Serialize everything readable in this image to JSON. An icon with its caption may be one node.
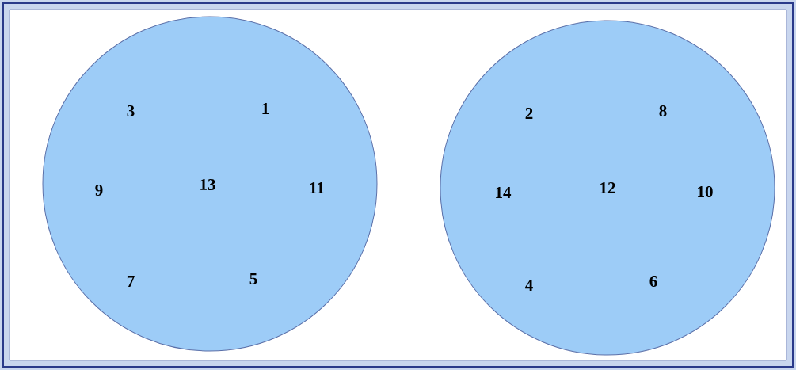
{
  "diagram": {
    "nodes": [
      {
        "text": [
          "3",
          "1",
          "9",
          "13",
          "11",
          "7",
          "5"
        ]
      },
      {
        "text": [
          "2",
          "8",
          "14",
          "12",
          "10",
          "4",
          "6"
        ]
      }
    ]
  }
}
